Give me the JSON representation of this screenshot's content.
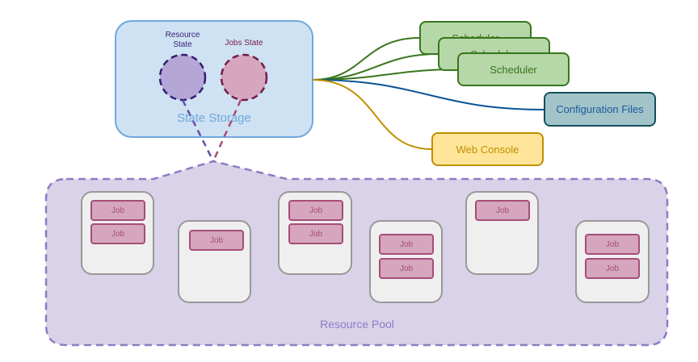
{
  "diagram": {
    "state_storage": {
      "label": "State Storage",
      "resource_state_label_line1": "Resource",
      "resource_state_label_line2": "State",
      "jobs_state_label": "Jobs State"
    },
    "schedulers": [
      {
        "label": "Scheduler"
      },
      {
        "label": "Scheduler"
      },
      {
        "label": "Scheduler"
      }
    ],
    "configuration_files": {
      "label": "Configuration Files"
    },
    "web_console": {
      "label": "Web Console"
    },
    "resource_pool": {
      "label": "Resource Pool",
      "nodes": [
        {
          "jobs": [
            "Job",
            "Job"
          ]
        },
        {
          "jobs": [
            "Job"
          ]
        },
        {
          "jobs": [
            "Job",
            "Job"
          ]
        },
        {
          "jobs": [
            "Job",
            "Job"
          ]
        },
        {
          "jobs": [
            "Job"
          ]
        },
        {
          "jobs": [
            "Job",
            "Job"
          ]
        }
      ]
    },
    "colors": {
      "storage_fill": "#cfe2f3",
      "storage_stroke": "#6fa8dc",
      "resource_state": "#b4a7d6",
      "jobs_state": "#d5a6bd",
      "scheduler": "#38761d",
      "config": "#134f5c",
      "web_console": "#bf9000",
      "pool_fill": "#d9d2e9",
      "pool_stroke": "#8e7cc3"
    }
  }
}
